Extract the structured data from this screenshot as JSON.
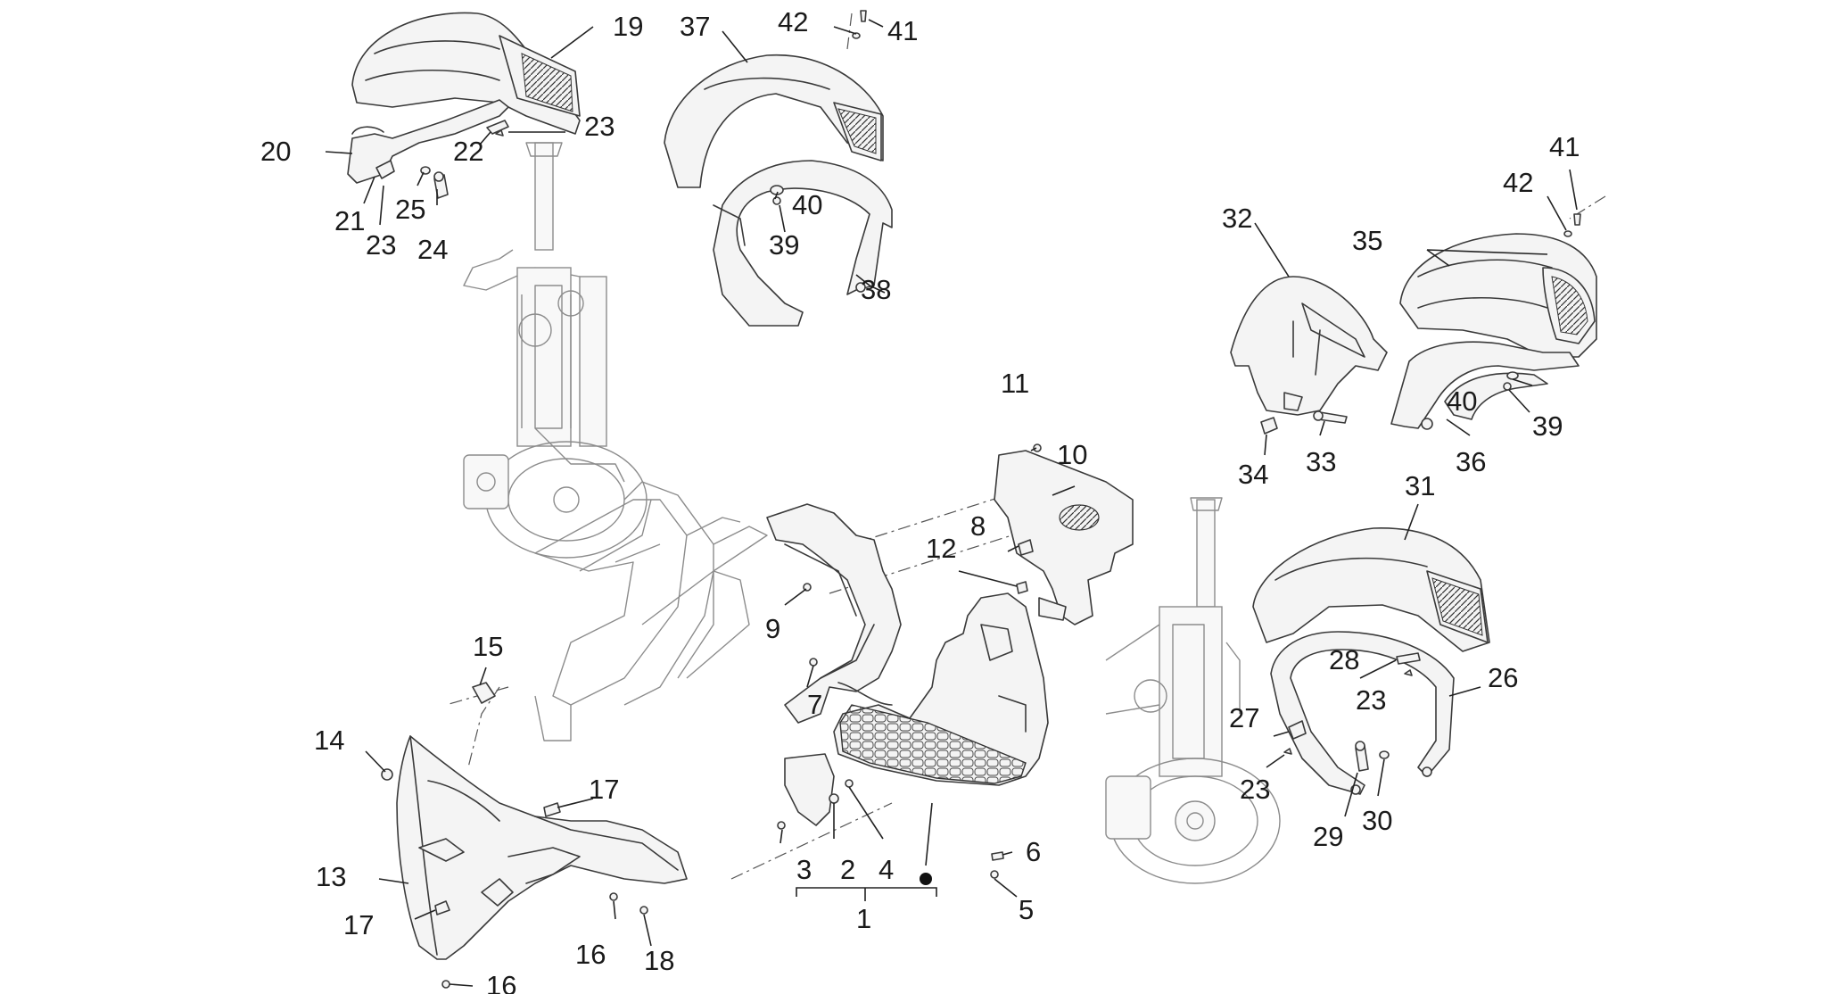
{
  "labels": {
    "l1": "1",
    "l2": "2",
    "l3": "3",
    "l4": "4",
    "l5": "5",
    "l6": "6",
    "l7": "7",
    "l8": "8",
    "l9": "9",
    "l10": "10",
    "l11": "11",
    "l12": "12",
    "l13": "13",
    "l14": "14",
    "l15": "15",
    "l16a": "16",
    "l16b": "16",
    "l17a": "17",
    "l17b": "17",
    "l18": "18",
    "l19": "19",
    "l20": "20",
    "l21": "21",
    "l22": "22",
    "l23a": "23",
    "l23b": "23",
    "l23c": "23",
    "l23d": "23",
    "l24": "24",
    "l25": "25",
    "l26": "26",
    "l27": "27",
    "l28": "28",
    "l29": "29",
    "l30": "30",
    "l31": "31",
    "l32": "32",
    "l33": "33",
    "l34": "34",
    "l35": "35",
    "l36": "36",
    "l37": "37",
    "l38": "38",
    "l39a": "39",
    "l39b": "39",
    "l40a": "40",
    "l40b": "40",
    "l41a": "41",
    "l41b": "41",
    "l42a": "42",
    "l42b": "42"
  },
  "colors": {
    "line": "#3a3a3a",
    "ghost": "#8c8c8c",
    "text": "#1a1a1a"
  }
}
